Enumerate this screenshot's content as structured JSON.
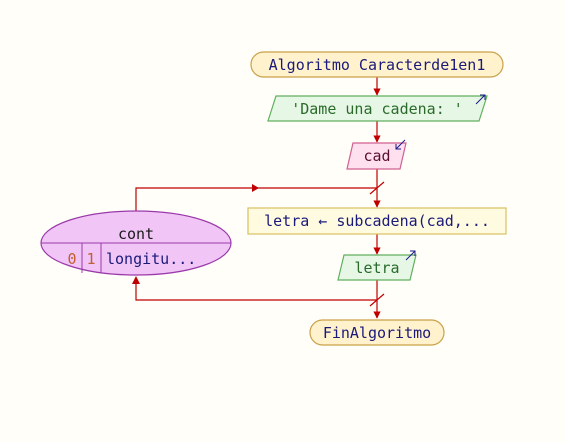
{
  "flowchart": {
    "start_label": "Algoritmo Caracterde1en1",
    "output_prompt": "'Dame una cadena: '",
    "input_var": "cad",
    "loop": {
      "counter": "cont",
      "start": "0",
      "step": "1",
      "end": "longitu..."
    },
    "assign": "letra ← subcadena(cad,...",
    "output_var": "letra",
    "end_label": "FinAlgoritmo"
  },
  "colors": {
    "flow_line": "#c00000",
    "terminal_fill": "#fff2cc",
    "terminal_stroke": "#c9a14a",
    "terminal_text": "#1a1a7a",
    "output_fill": "#e6f7e6",
    "output_stroke": "#60b060",
    "output_text": "#2a6a2a",
    "input_fill": "#ffe0ee",
    "input_stroke": "#d06090",
    "input_text": "#5a1030",
    "process_fill": "#fffbe0",
    "process_stroke": "#d8c060",
    "process_text": "#1a1a7a",
    "loop_fill": "#f1c6f7",
    "loop_stroke": "#9a3aaa",
    "loop_start_text": "#c06030",
    "loop_step_text": "#c06030",
    "arrow_icon": "#1a1a8a"
  }
}
